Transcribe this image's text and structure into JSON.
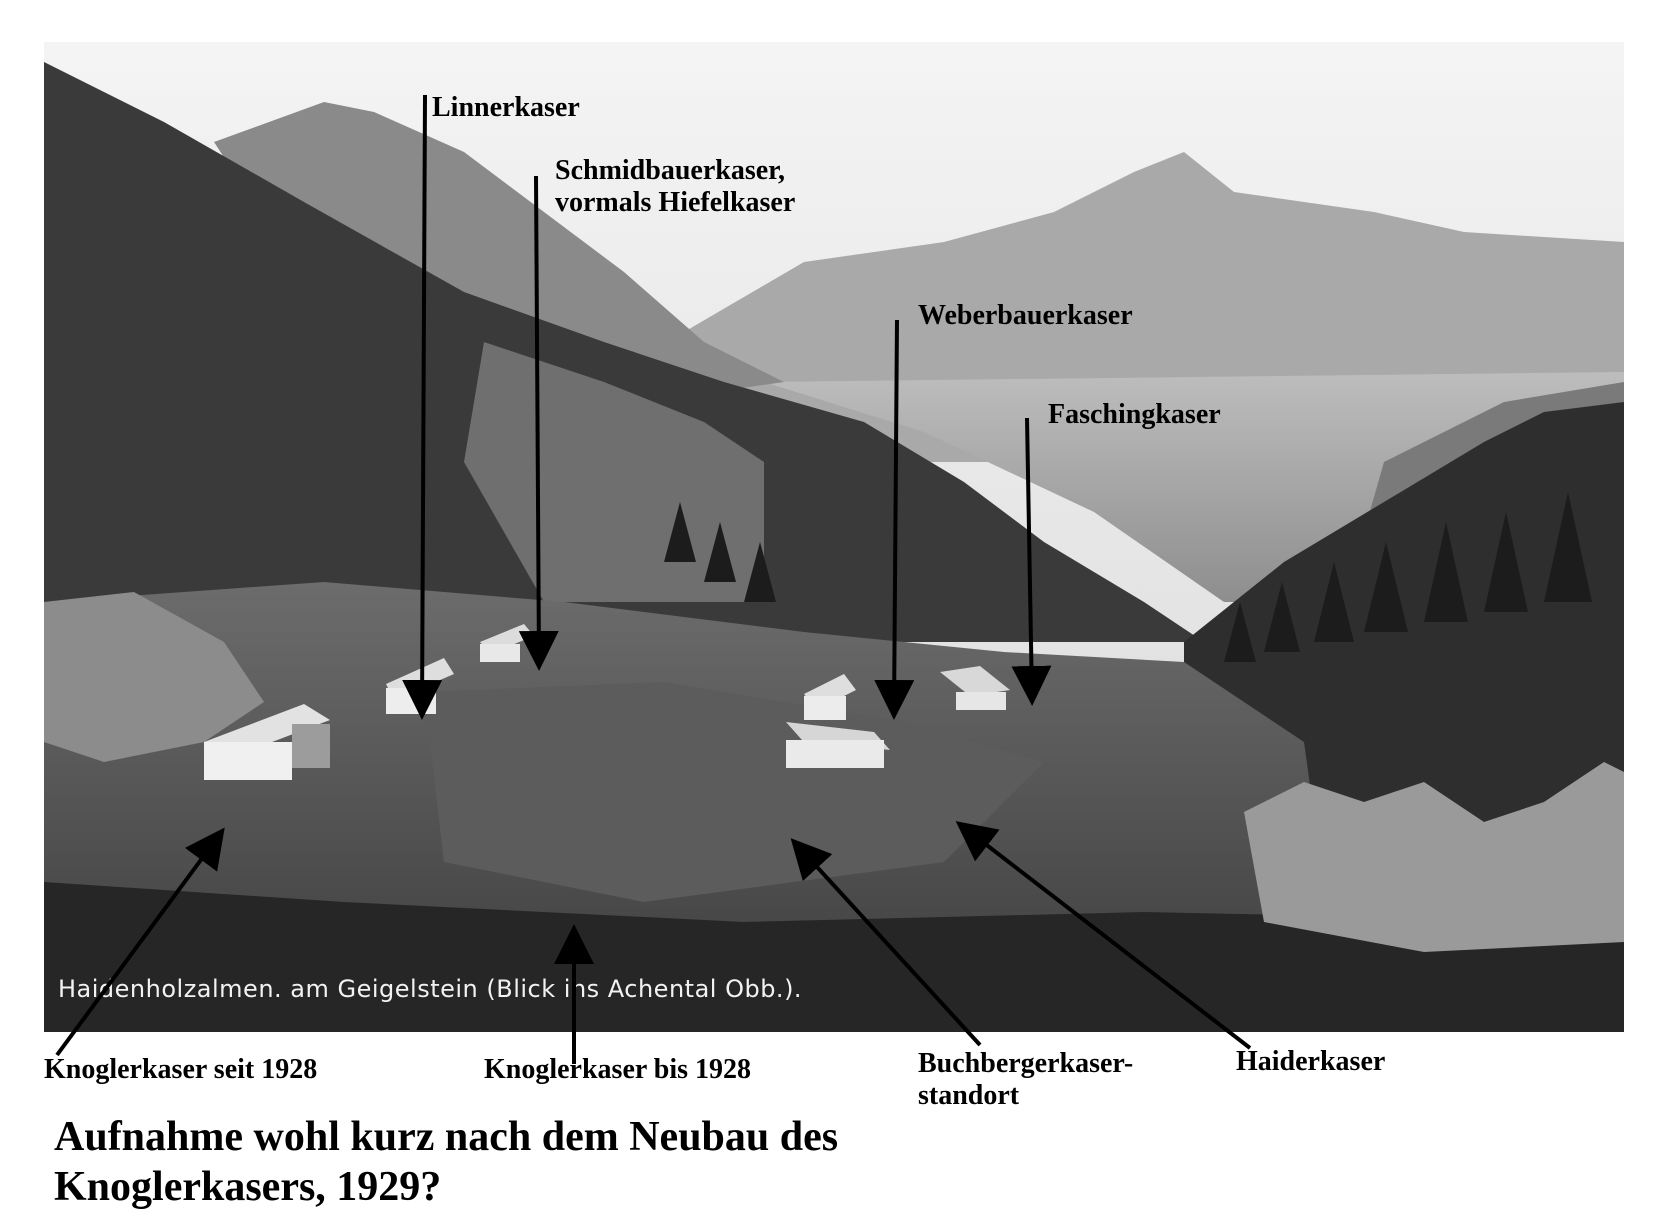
{
  "photo": {
    "imprint": "Haidenholzalmen. am Geigelstein (Blick ins Achental Obb.)."
  },
  "labels": {
    "linnerkaser": "Linnerkaser",
    "schmidbauer_line1": "Schmidbauerkaser,",
    "schmidbauer_line2": "vormals Hiefelkaser",
    "weberbauerkaser": "Weberbauerkaser",
    "faschingkaser": "Faschingkaser",
    "knogler_seit": "Knoglerkaser seit 1928",
    "knogler_bis": "Knoglerkaser bis 1928",
    "buchberger_line1": "Buchbergerkaser-",
    "buchberger_line2": "standort",
    "haiderkaser": "Haiderkaser"
  },
  "caption": {
    "line1": "Aufnahme wohl kurz nach dem Neubau des",
    "line2": "Knoglerkasers, 1929?"
  },
  "colors": {
    "label_text": "#000000",
    "arrow": "#000000",
    "photo_sky": "#e6e6e6",
    "photo_forest": "#2a2a2a"
  }
}
